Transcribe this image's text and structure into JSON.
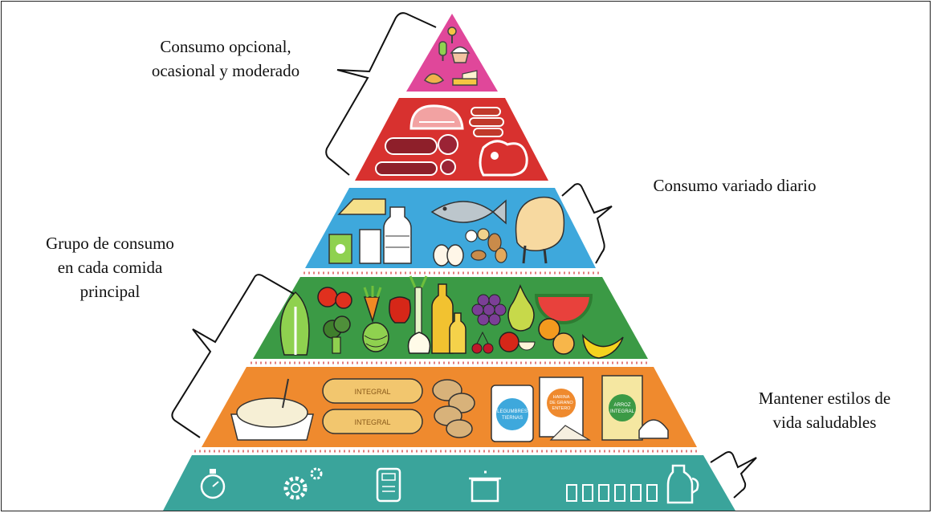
{
  "labels": {
    "opcional": [
      "Consumo opcional,",
      "ocasional y moderado"
    ],
    "variado": [
      "Consumo variado diario"
    ],
    "cada_comida": [
      "Grupo de consumo",
      "en cada comida",
      "principal"
    ],
    "estilos": [
      "Mantener estilos de",
      "vida saludables"
    ]
  },
  "package_text": {
    "bread": "INTEGRAL",
    "legumbres": [
      "LEGUMBRES",
      "TIERNAS"
    ],
    "harina": [
      "HARINA",
      "DE GRANO",
      "ENTERO"
    ],
    "arroz": [
      "ARROZ",
      "INTEGRAL"
    ]
  },
  "colors": {
    "pink_tier": "#e0479a",
    "red_tier": "#d8312f",
    "blue_tier": "#3ea8dc",
    "green_tier": "#3b9a45",
    "orange_tier": "#ef8a2e",
    "teal_tier": "#3aa49b",
    "separator_dots": "#e37d7d"
  },
  "icons": {
    "pink_tier": [
      "lollipop-icon",
      "popsicle-icon",
      "cupcake-icon",
      "croissant-icon",
      "cake-slice-icon"
    ],
    "red_tier": [
      "ham-icon",
      "sausages-icon",
      "salami-icon",
      "steak-icon"
    ],
    "blue_tier": [
      "cheese-icon",
      "milk-bottle-icon",
      "yogurt-icon",
      "milk-glass-icon",
      "fish-icon",
      "eggs-icon",
      "nuts-icon",
      "chicken-icon"
    ],
    "green_tier": [
      "chard-icon",
      "tomato-icon",
      "carrot-icon",
      "pepper-icon",
      "leek-icon",
      "broccoli-icon",
      "artichoke-icon",
      "garlic-icon",
      "olive-oil-icon",
      "grapes-icon",
      "pear-icon",
      "watermelon-icon",
      "cherries-icon",
      "apple-icon",
      "orange-icon",
      "banana-icon"
    ],
    "orange_tier": [
      "spaghetti-icon",
      "bread-icon",
      "potatoes-icon",
      "legumbres-jar-icon",
      "harina-bag-icon",
      "arroz-box-icon"
    ],
    "teal_tier": [
      "stopwatch-icon",
      "gears-icon",
      "scale-icon",
      "pot-icon",
      "water-glasses-icon",
      "water-jug-icon"
    ]
  }
}
